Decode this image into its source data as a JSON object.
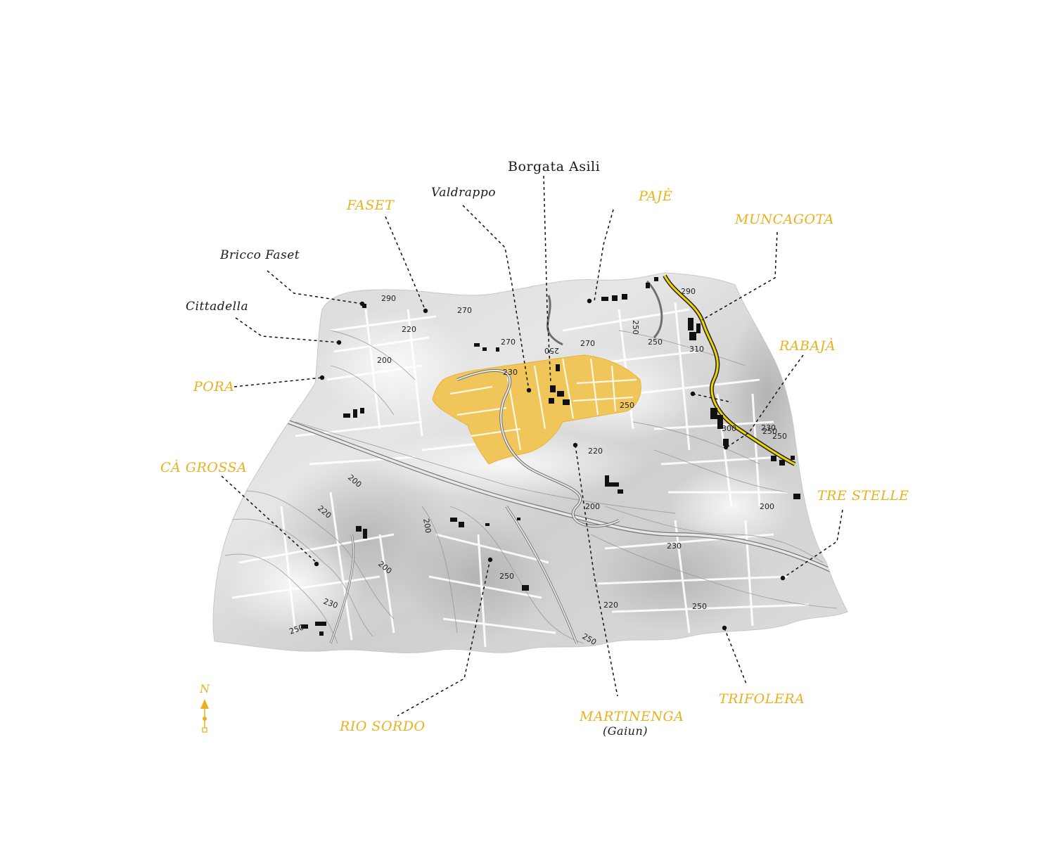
{
  "colors": {
    "accent": "#e8b21e",
    "highlight_fill": "#f0c65a",
    "terrain_light": "#e4e4e4",
    "terrain_dark": "#b9b9b9",
    "road": "#f0d400",
    "text_dark": "#1a1a1a"
  },
  "labels": {
    "borgata_asili": "Borgata Asili",
    "valdrappo": "Valdrappo",
    "faset": "FASET",
    "paje": "PAJÈ",
    "muncagota": "MUNCAGOTA",
    "bricco_faset": "Bricco Faset",
    "cittadella": "Cittadella",
    "rabaja": "RABAJÀ",
    "pora": "PORA",
    "ca_grossa": "CÀ GROSSA",
    "tre_stelle": "TRE STELLE",
    "trifolera": "TRIFOLERA",
    "rio_sordo": "RIO SORDO",
    "martinenga": "MARTINENGA",
    "martinenga_sub": "(Gaiun)"
  },
  "compass": {
    "label": "N",
    "icon": "north-arrow-icon"
  },
  "elevations": [
    "290",
    "270",
    "220",
    "270",
    "250",
    "270",
    "250",
    "250",
    "230",
    "200",
    "290",
    "250",
    "300",
    "220",
    "200",
    "200",
    "220",
    "250",
    "200",
    "200",
    "230",
    "200",
    "250",
    "230",
    "250",
    "250",
    "220",
    "230",
    "250",
    "250",
    "310"
  ]
}
